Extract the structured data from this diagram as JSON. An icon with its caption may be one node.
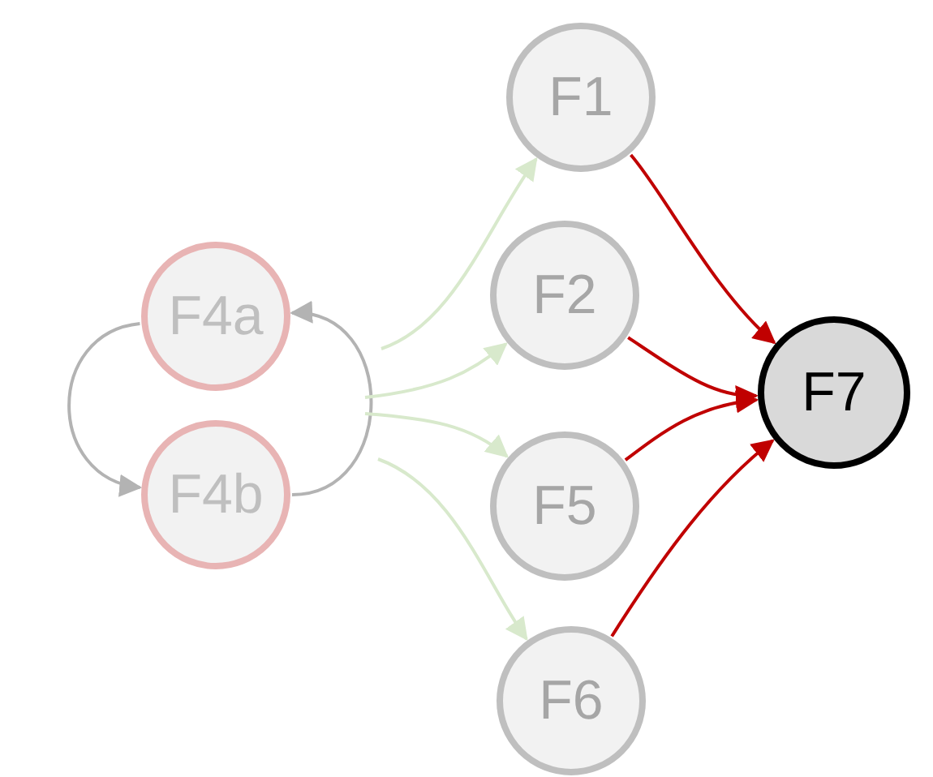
{
  "diagram": {
    "nodes": [
      {
        "text": [
          "F1"
        ]
      },
      {
        "text": [
          "F4a"
        ]
      },
      {
        "text": [
          "F2"
        ]
      },
      {
        "text": [
          "F7"
        ]
      },
      {
        "text": [
          "F4b"
        ]
      },
      {
        "text": [
          "F5"
        ]
      },
      {
        "text": [
          "F6"
        ]
      }
    ],
    "edges": [
      {
        "from": 1,
        "to": 4,
        "arrow": "to",
        "color": "#b3b3b3"
      },
      {
        "from": 4,
        "to": 1,
        "arrow": "to",
        "color": "#b3b3b3"
      },
      {
        "from": null,
        "to": 0,
        "arrow": "to",
        "color": "#d8e9cc"
      },
      {
        "from": null,
        "to": 2,
        "arrow": "to",
        "color": "#d8e9cc"
      },
      {
        "from": null,
        "to": 5,
        "arrow": "to",
        "color": "#d8e9cc"
      },
      {
        "from": null,
        "to": 6,
        "arrow": "to",
        "color": "#d8e9cc"
      },
      {
        "from": 0,
        "to": 3,
        "arrow": "to",
        "color": "#c00000"
      },
      {
        "from": 2,
        "to": 3,
        "arrow": "to",
        "color": "#c00000"
      },
      {
        "from": 5,
        "to": 3,
        "arrow": "to",
        "color": "#c00000"
      },
      {
        "from": 6,
        "to": 3,
        "arrow": "to",
        "color": "#c00000"
      }
    ]
  }
}
